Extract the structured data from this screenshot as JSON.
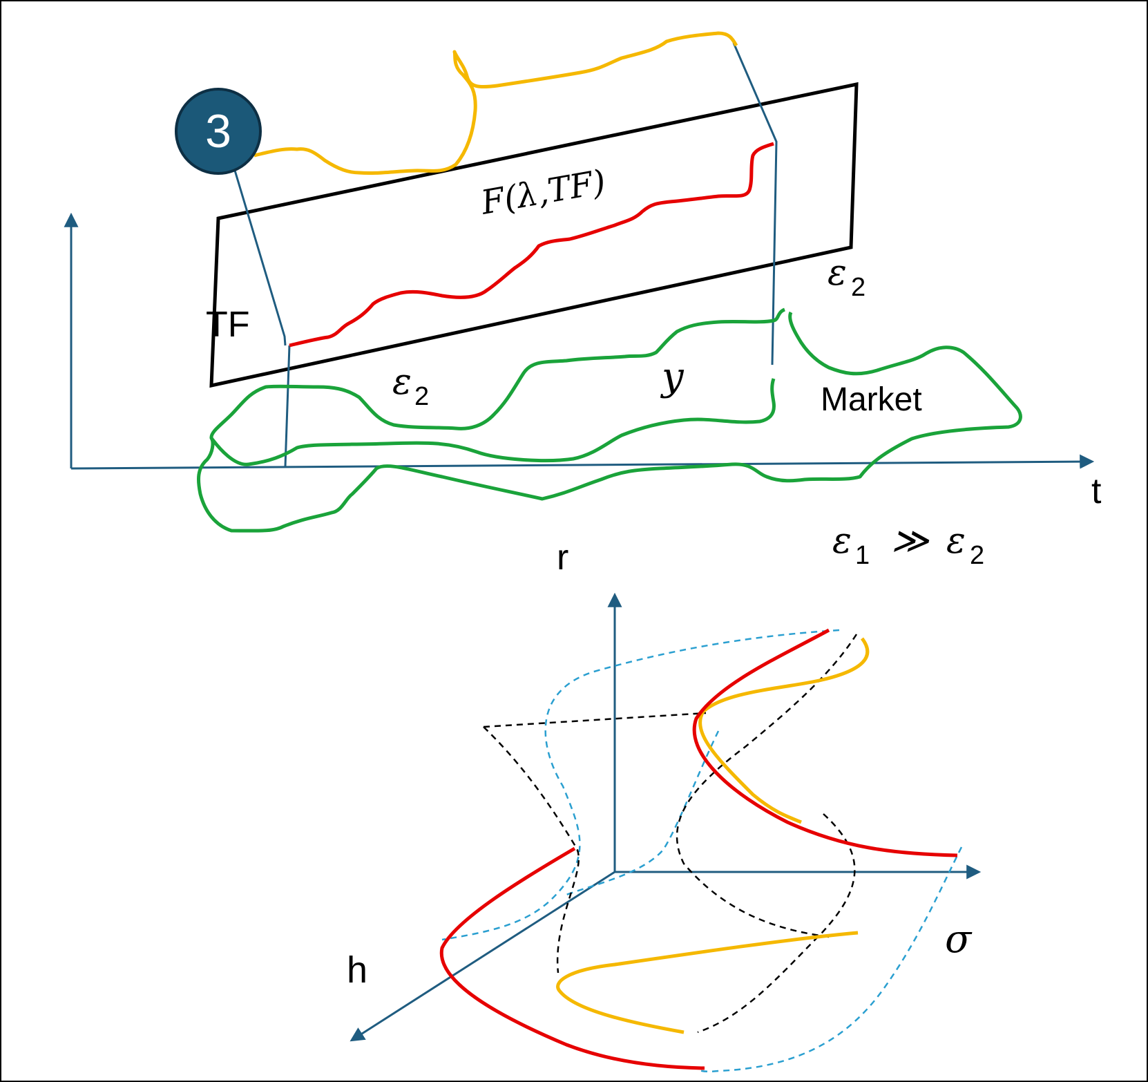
{
  "badge": {
    "number": "3"
  },
  "labels": {
    "function": "F(λ,TF)",
    "tf": "TF",
    "eps2_right": "ε",
    "eps2_right_sub": "2",
    "eps2_lower": "ε",
    "eps2_lower_sub": "2",
    "y": "y",
    "market": "Market",
    "t_axis": "t",
    "ineq_eps1": "ε",
    "ineq_eps1_sub": "1",
    "ineq_rel": "≫",
    "ineq_eps2": "ε",
    "ineq_eps2_sub": "2",
    "r_axis": "r",
    "h_axis": "h",
    "sigma_axis": "σ"
  },
  "colors": {
    "axis": "#1f5c80",
    "yellow": "#f5b800",
    "red": "#e60000",
    "green": "#1aa33a",
    "black": "#000000",
    "light_blue_dashed": "#2a9fd0",
    "badge_fill": "#1b5878"
  }
}
